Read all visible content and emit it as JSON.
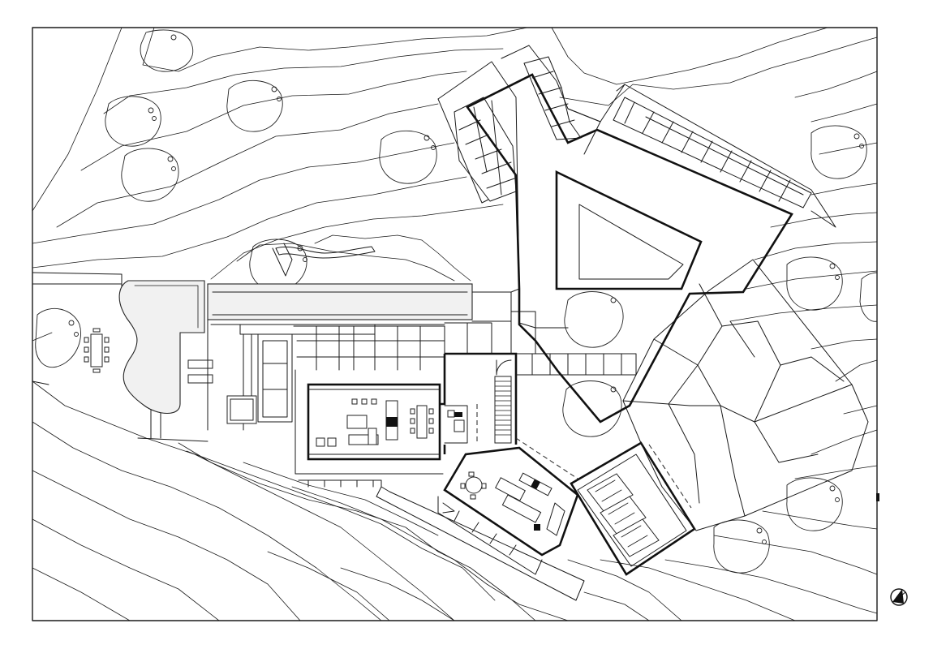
{
  "drawing": {
    "frame_color": "#1a1a1a",
    "background": "#ffffff",
    "pool_fill": "#f1f1f1",
    "wall_color": "#111111",
    "north_arrow_icon": "north-arrow-icon",
    "tree_icon": "tree-canopy-icon",
    "car_icon": "car-icon"
  },
  "site": {
    "trees": [
      {
        "id": "nw-1"
      },
      {
        "id": "nw-2"
      },
      {
        "id": "nw-3"
      },
      {
        "id": "n-1"
      },
      {
        "id": "n-2"
      },
      {
        "id": "n-3"
      },
      {
        "id": "w-1"
      },
      {
        "id": "c-1"
      },
      {
        "id": "c-2"
      },
      {
        "id": "ne-1"
      },
      {
        "id": "e-1"
      },
      {
        "id": "e-2"
      },
      {
        "id": "se-1"
      },
      {
        "id": "se-2"
      }
    ],
    "parking_bays": 3
  }
}
